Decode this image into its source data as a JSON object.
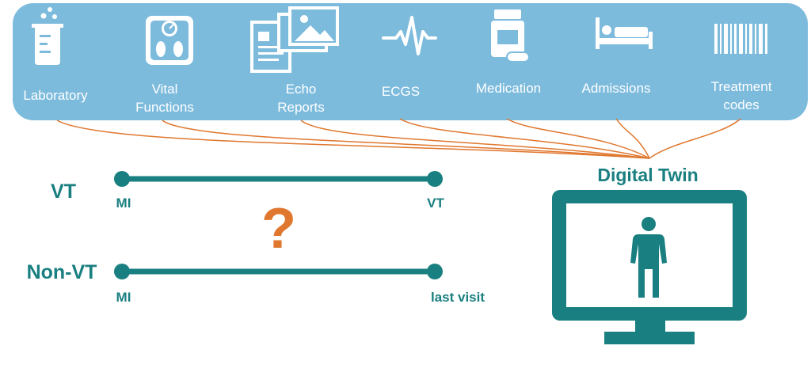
{
  "banner": {
    "items": [
      {
        "label_lines": [
          "Laboratory"
        ],
        "icon": "beaker-icon"
      },
      {
        "label_lines": [
          "Vital",
          "Functions"
        ],
        "icon": "scale-icon"
      },
      {
        "label_lines": [
          "Echo",
          "Reports"
        ],
        "icon": "image-reports-icon"
      },
      {
        "label_lines": [
          "ECGS"
        ],
        "icon": "heartbeat-icon"
      },
      {
        "label_lines": [
          "Medication"
        ],
        "icon": "pill-bottle-icon"
      },
      {
        "label_lines": [
          "Admissions"
        ],
        "icon": "hospital-bed-icon"
      },
      {
        "label_lines": [
          "Treatment",
          "codes"
        ],
        "icon": "barcode-icon"
      }
    ]
  },
  "digital_twin": {
    "title": "Digital Twin",
    "icon": "person-monitor-icon"
  },
  "timelines": [
    {
      "group": "VT",
      "start_label": "MI",
      "end_label": "VT"
    },
    {
      "group": "Non-VT",
      "start_label": "MI",
      "end_label": "last visit"
    }
  ],
  "question_mark": "?",
  "colors": {
    "banner": "#7dbbdd",
    "teal": "#1a7f80",
    "orange": "#e0772e",
    "white": "#ffffff"
  }
}
